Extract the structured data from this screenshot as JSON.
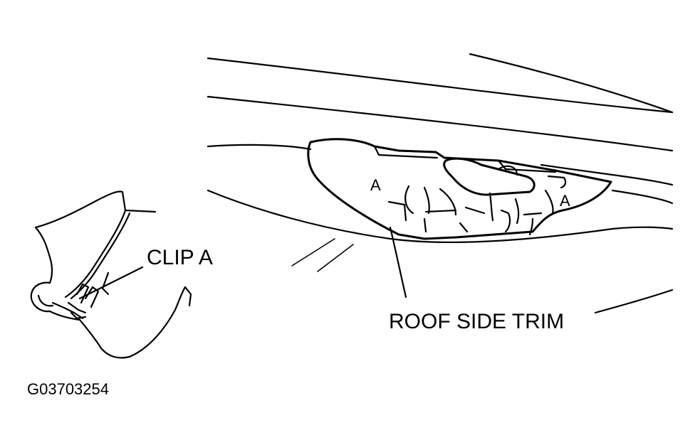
{
  "labels": {
    "clip_a": "CLIP A",
    "roof_side_trim": "ROOF SIDE TRIM",
    "figure_code": "G03703254",
    "marker_left": "A",
    "marker_right": "A"
  },
  "colors": {
    "line": "#000000",
    "background": "#ffffff"
  }
}
